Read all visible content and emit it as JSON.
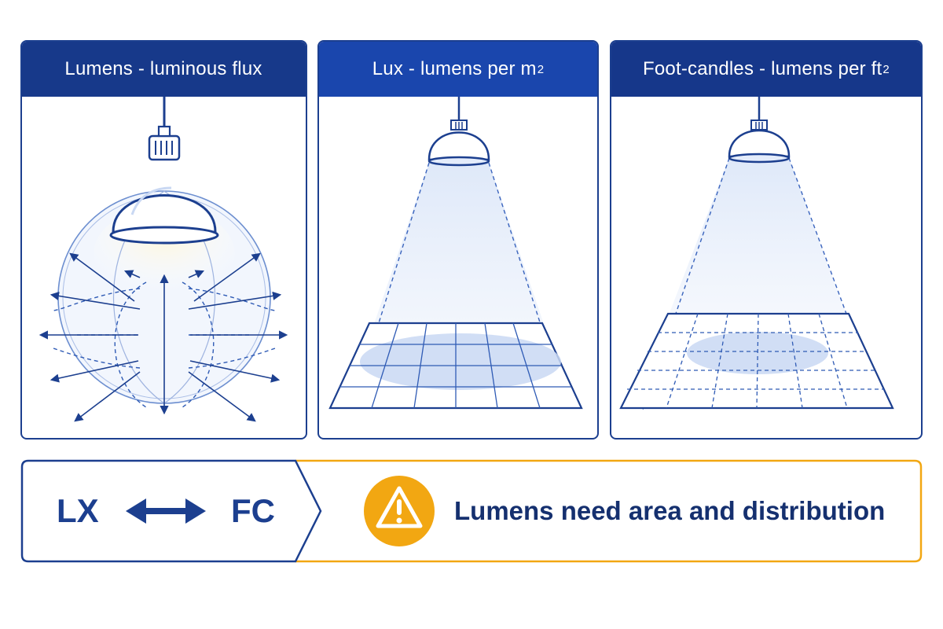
{
  "panels": [
    {
      "title": "Lumens - luminous flux",
      "superscript": ""
    },
    {
      "title": "Lux - lumens per m",
      "superscript": "2"
    },
    {
      "title": "Foot-candles - lumens per ft",
      "superscript": "2"
    }
  ],
  "banner": {
    "left_unit": "LX",
    "right_unit": "FC",
    "message": "Lumens need area and distribution",
    "icon": "warning-icon"
  },
  "colors": {
    "navy": "#1c3f8f",
    "header_blue": "#1a46ad",
    "warning_orange": "#f2a712",
    "text_dark": "#15306f",
    "light_fill": "#c9d8f3"
  }
}
